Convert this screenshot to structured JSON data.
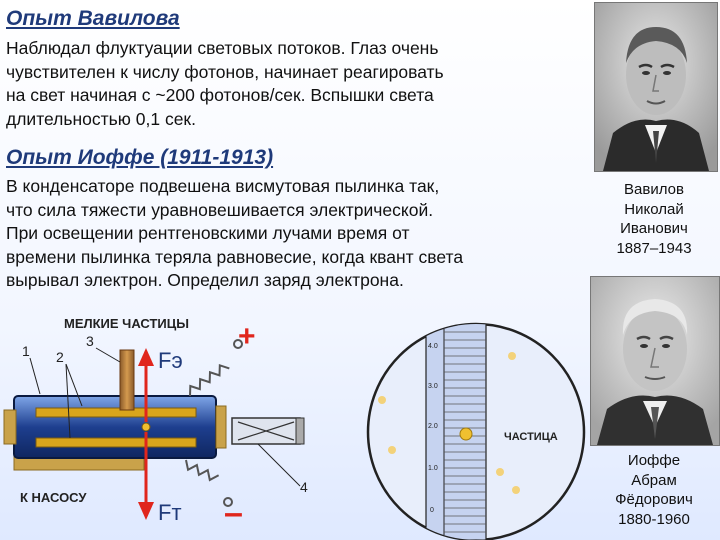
{
  "vavilov": {
    "title": "Опыт Вавилова",
    "lines": [
      "Наблюдал флуктуации световых потоков. Глаз очень",
      "чувствителен к числу фотонов, начинает реагировать",
      "на свет начиная с ~200 фотонов/сек.  Вспышки света",
      "длительностью 0,1 сек."
    ]
  },
  "ioffe": {
    "title": "Опыт Иоффе (1911-1913)",
    "lines": [
      "В конденсаторе подвешена висмутовая пылинка так,",
      "что сила тяжести уравновешивается электрической.",
      "При освещении рентгеновскими лучами время от",
      "времени пылинка теряла равновесие, когда квант света",
      "вырывал электрон. Определил заряд электрона."
    ]
  },
  "portraits": {
    "vavilov_caption": [
      "Вавилов",
      "Николай",
      "Иванович",
      "1887–1943"
    ],
    "ioffe_caption": [
      "Иоффе",
      "Абрам",
      "Фёдорович",
      "1880-1960"
    ]
  },
  "apparatus": {
    "label_small_particles": "МЕЛКИЕ ЧАСТИЦЫ",
    "label_1": "1",
    "label_2": "2",
    "label_3": "3",
    "label_4": "4",
    "label_pump": "К  НАСОСУ",
    "force_electric": "Fэ",
    "force_gravity": "Fт",
    "plus": "+",
    "minus": "–"
  },
  "microscope": {
    "scale": [
      "4.0",
      "3.0",
      "2.0",
      "1.0",
      "0"
    ],
    "particle_label": "ЧАСТИЦА"
  },
  "colors": {
    "title": "#1f3a7a",
    "arrow": "#e0261d",
    "chamber": "#1e3f8f",
    "plate": "#d9a51c",
    "particle": "#f0c030"
  }
}
